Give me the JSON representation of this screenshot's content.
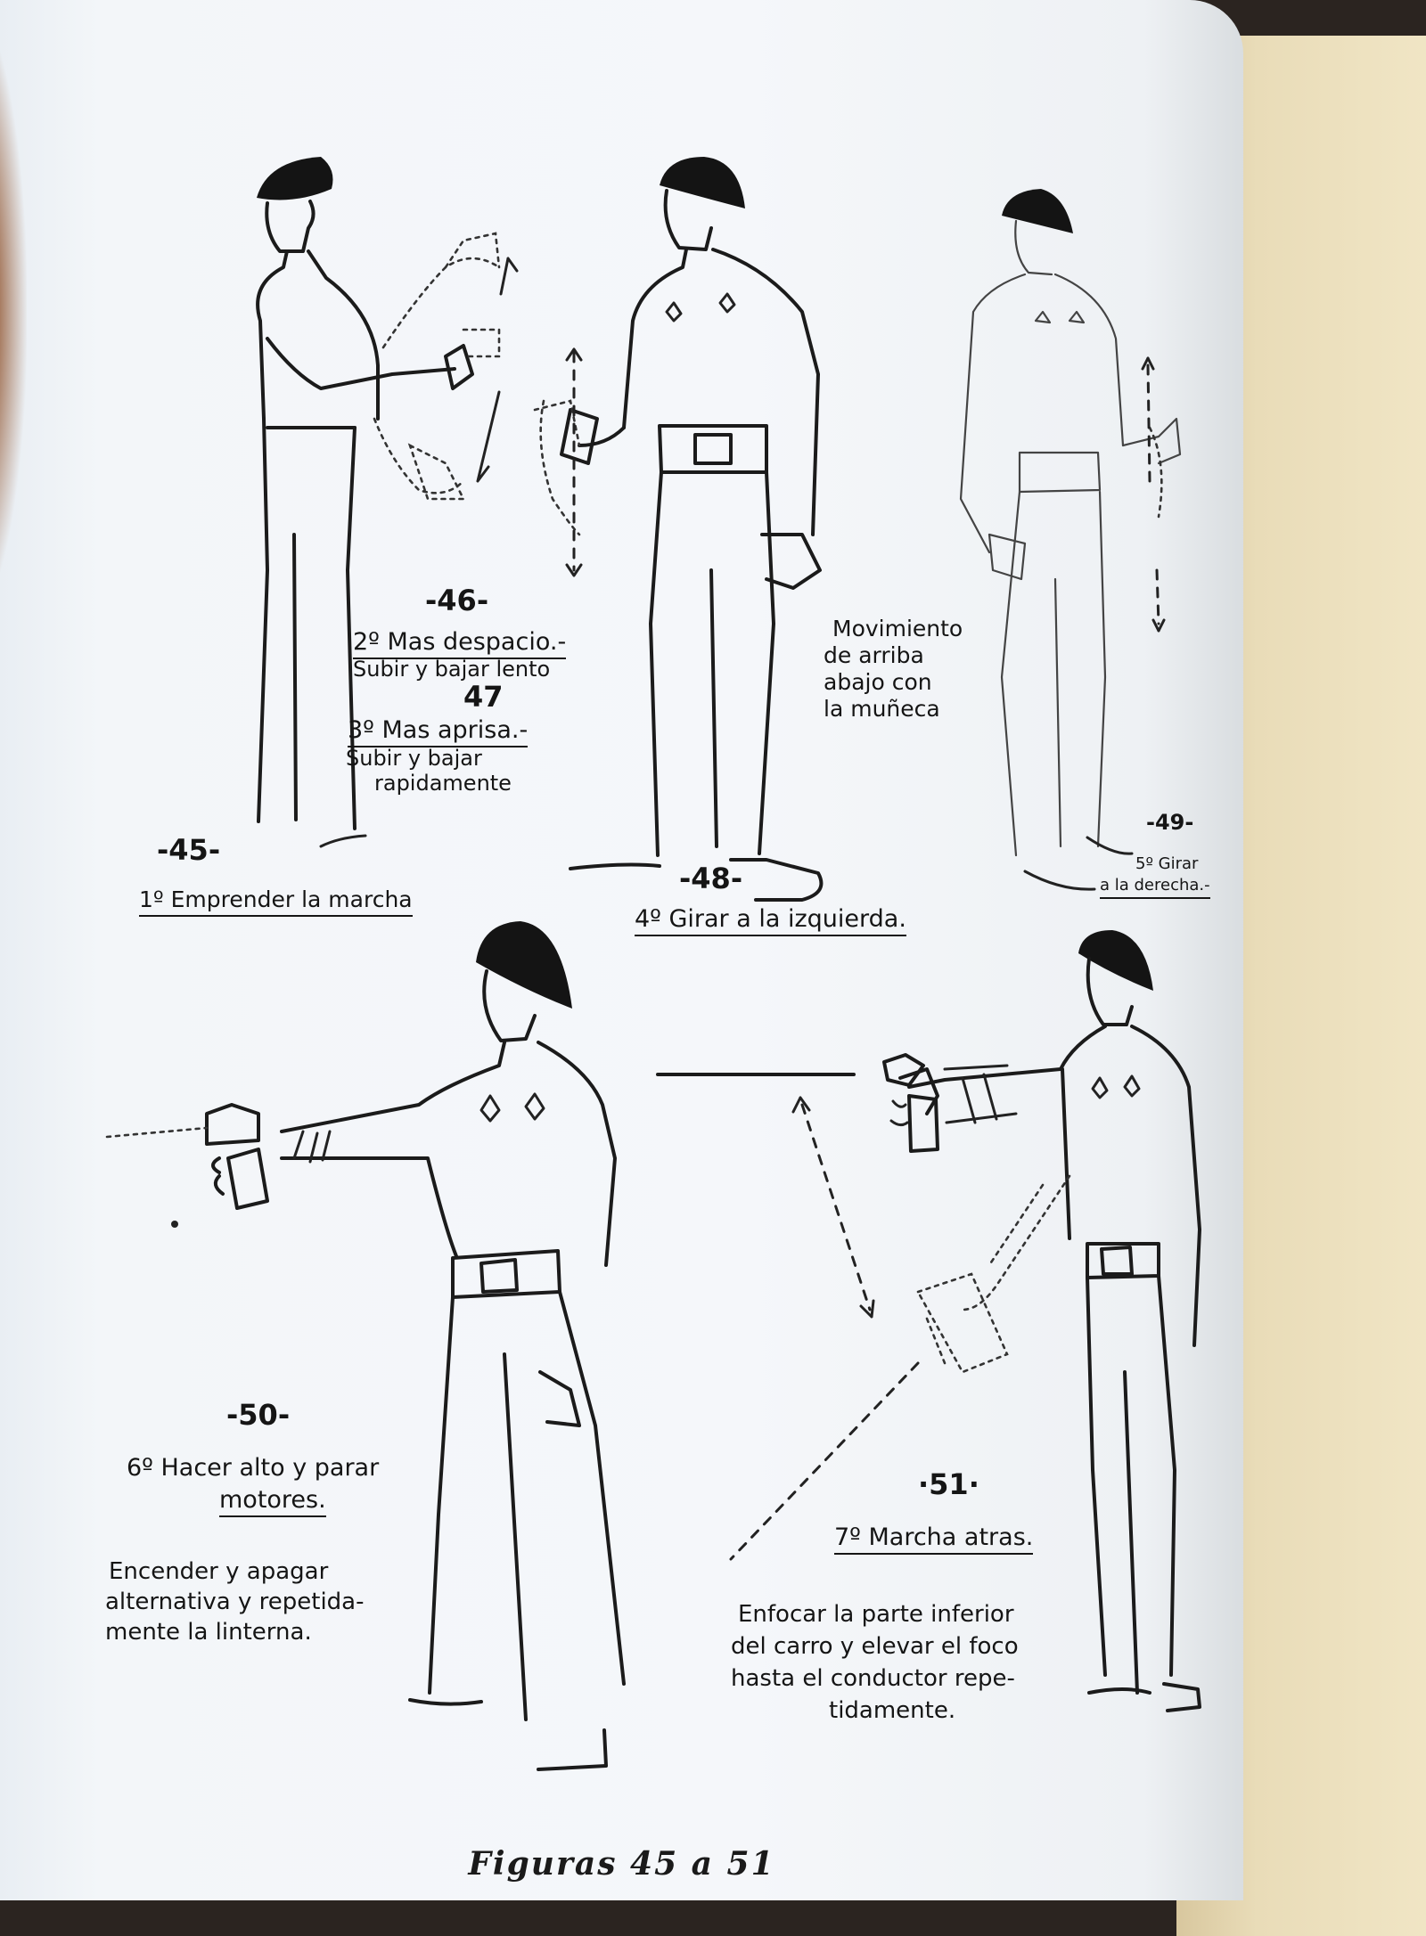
{
  "figures": {
    "f45": {
      "number": "-45-",
      "caption": "1º Emprender la marcha"
    },
    "f46": {
      "number": "-46-",
      "caption": "2º Mas despacio.-",
      "note": "Subir y bajar lento"
    },
    "f47": {
      "number": "47",
      "caption": "3º Mas aprisa.-",
      "note_line1": "Subir y bajar",
      "note_line2": "rapidamente"
    },
    "f48": {
      "number": "-48-",
      "caption": "4º Girar a la izquierda.",
      "note_line1": "Movimiento",
      "note_line2": "de arriba",
      "note_line3": "abajo con",
      "note_line4": "la muñeca"
    },
    "f49": {
      "number": "-49-",
      "caption_line1": "5º Girar",
      "caption_line2": "a la derecha.-"
    },
    "f50": {
      "number": "-50-",
      "caption_line1": "6º Hacer alto y parar",
      "caption_line2": "motores.",
      "note_line1": "Encender y apagar",
      "note_line2": "alternativa y repetida-",
      "note_line3": "mente la linterna."
    },
    "f51": {
      "number": "·51·",
      "caption": "7º Marcha atras.",
      "note_line1": "Enfocar la parte inferior",
      "note_line2": "del carro y elevar el foco",
      "note_line3": "hasta el conductor repe-",
      "note_line4": "tidamente."
    }
  },
  "page_caption": "Figuras 45 a 51"
}
